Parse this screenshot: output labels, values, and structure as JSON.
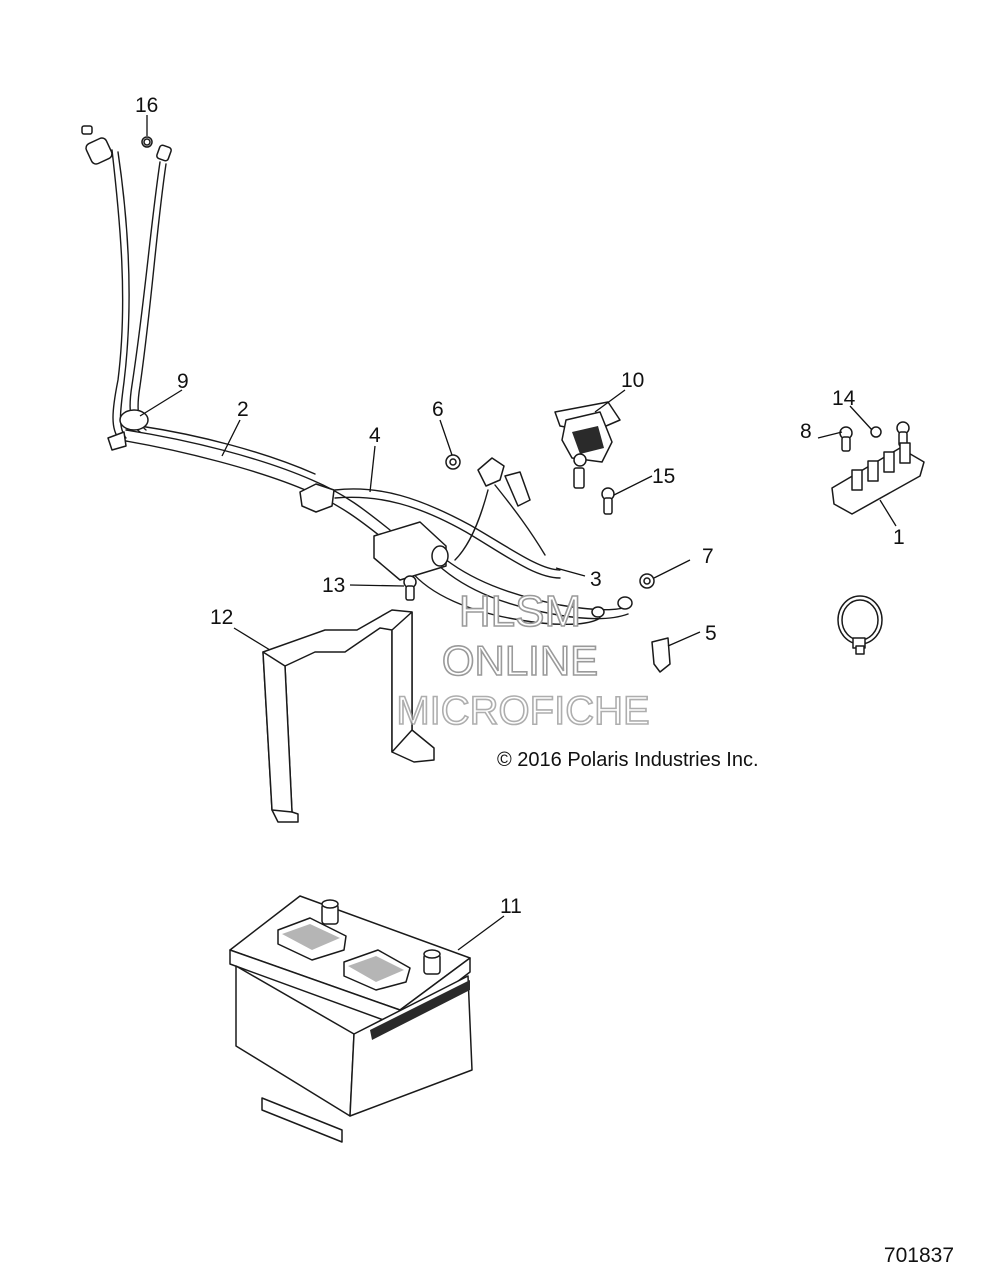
{
  "callouts": [
    "1",
    "2",
    "3",
    "4",
    "5",
    "6",
    "7",
    "8",
    "9",
    "10",
    "11",
    "12",
    "13",
    "14",
    "15",
    "16"
  ],
  "watermark": {
    "line1": "HLSM",
    "line2": "ONLINE",
    "line3": "MICROFICHE"
  },
  "copyright": "© 2016 Polaris Industries Inc.",
  "drawing_number": "701837"
}
